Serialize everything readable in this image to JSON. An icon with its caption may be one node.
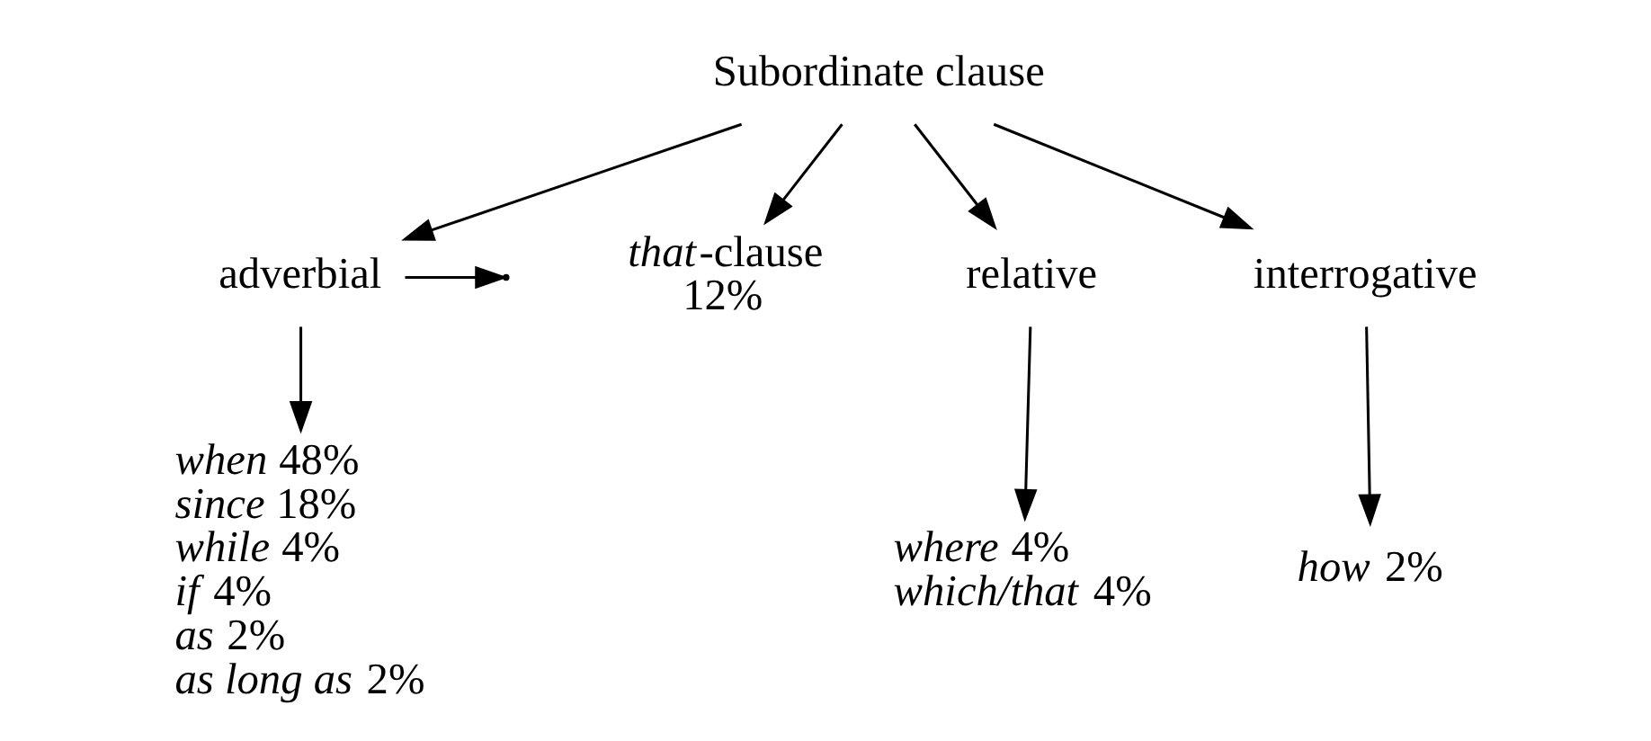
{
  "diagram": {
    "nodes": [
      {
        "text": [
          "Subordinate clause"
        ]
      },
      {
        "text": [
          "adverbial"
        ]
      },
      {
        "text": [
          "*that*-clause",
          "12%"
        ]
      },
      {
        "text": [
          "relative"
        ]
      },
      {
        "text": [
          "interrogative"
        ]
      },
      {
        "text": [
          "*when* 48%",
          "*since* 18%",
          "*while* 4%",
          "*if* 4%",
          "*as* 2%",
          "*as long as* 2%"
        ]
      },
      {
        "text": [
          "*where* 4%",
          "*which/that* 4%"
        ]
      },
      {
        "text": [
          "*how* 2%"
        ]
      }
    ],
    "edges": [
      {
        "from": 0,
        "to": 1,
        "arrow": "to"
      },
      {
        "from": 0,
        "to": 2,
        "arrow": "to"
      },
      {
        "from": 0,
        "to": 3,
        "arrow": "to"
      },
      {
        "from": 0,
        "to": 4,
        "arrow": "to"
      },
      {
        "from": 1,
        "to": 5,
        "arrow": "to"
      },
      {
        "from": 1,
        "to": null,
        "arrow": "to"
      },
      {
        "from": 3,
        "to": 6,
        "arrow": "to"
      },
      {
        "from": 4,
        "to": 7,
        "arrow": "to"
      }
    ]
  }
}
